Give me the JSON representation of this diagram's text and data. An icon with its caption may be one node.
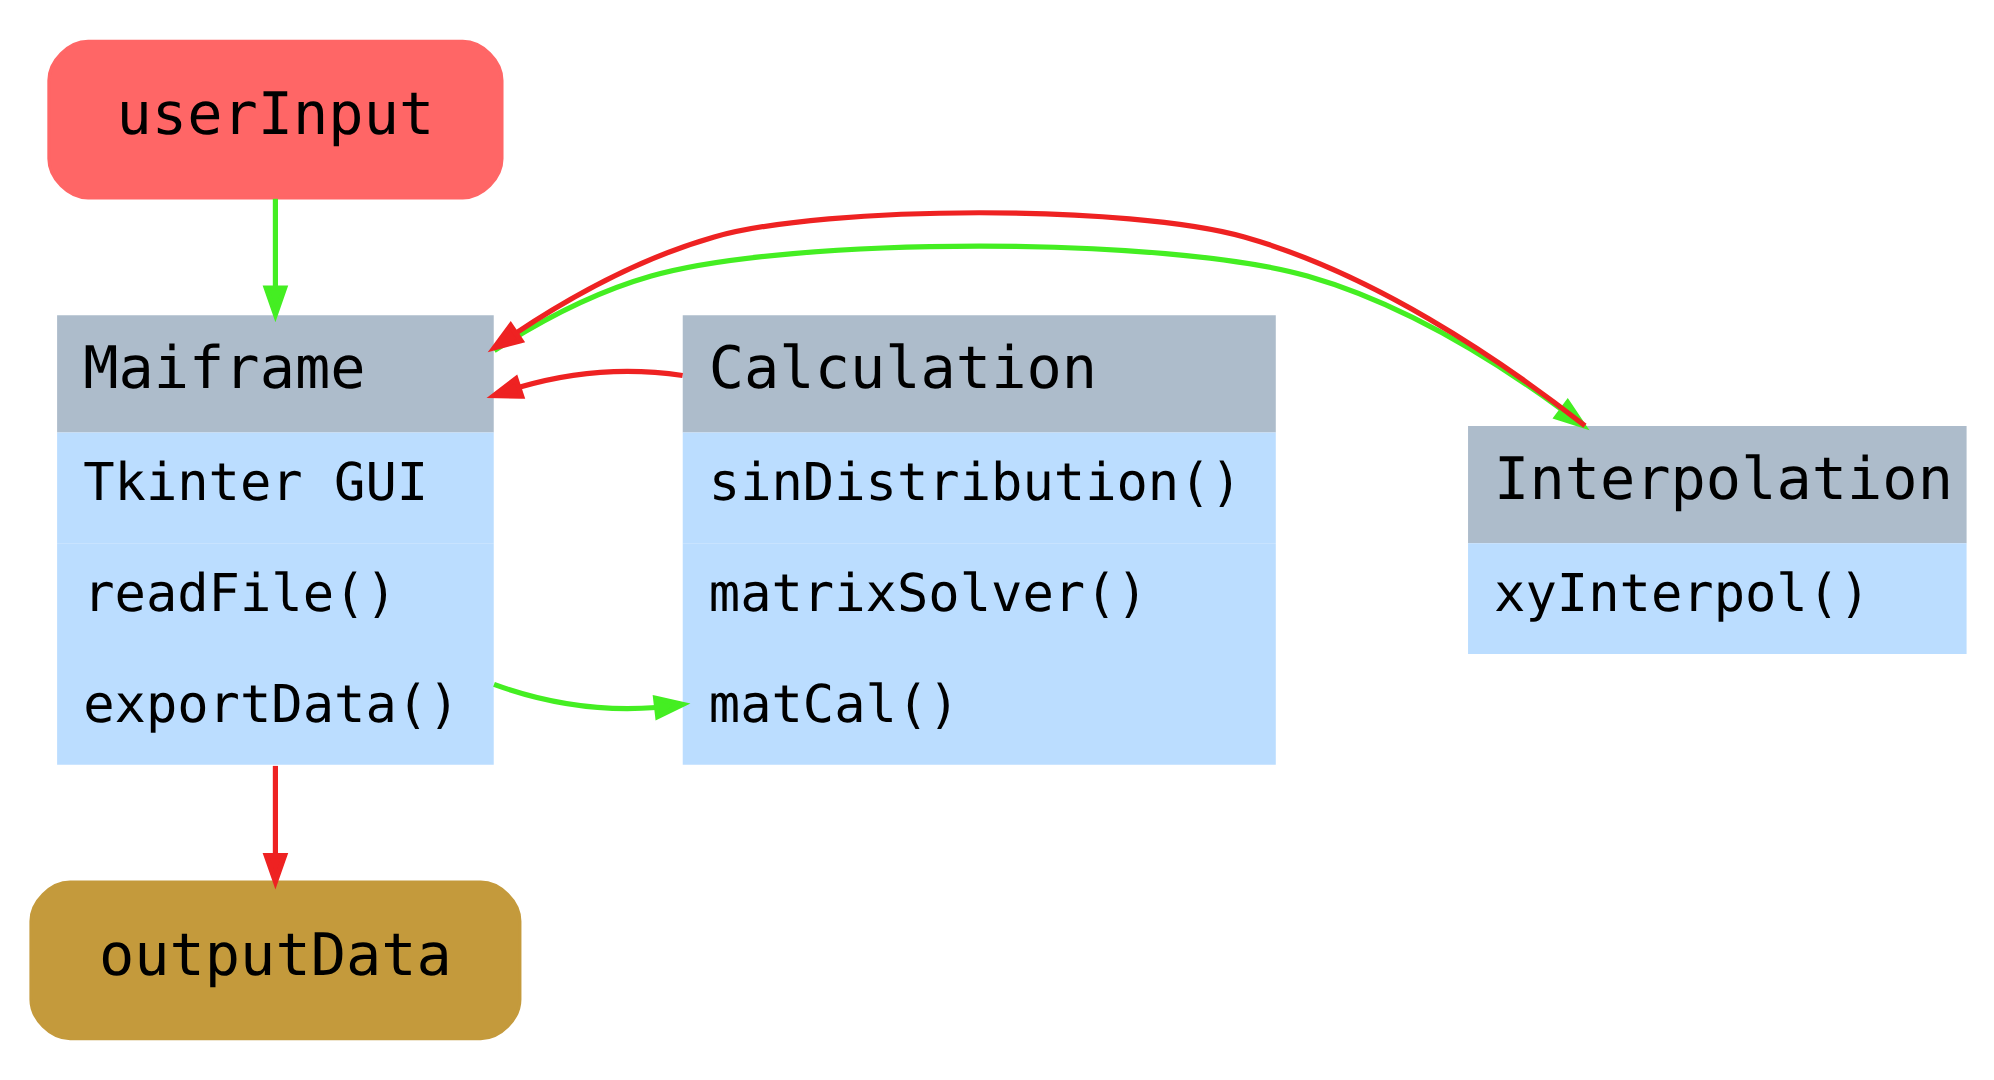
{
  "diagram": {
    "nodes": [
      {
        "text": [
          "userInput"
        ]
      },
      {
        "text": [
          "Maiframe",
          "Tkinter GUI",
          "readFile()",
          "exportData()"
        ]
      },
      {
        "text": [
          "Interpolation",
          "xyInterpol()"
        ]
      },
      {
        "text": [
          "Calculation",
          "sinDistribution()",
          "matrixSolver()",
          "matCal()"
        ]
      },
      {
        "text": [
          "outputData"
        ]
      }
    ],
    "edges": [
      {
        "from": 0,
        "to": 1,
        "arrow": "to",
        "color": "#44ee22"
      },
      {
        "from": 1,
        "to": 2,
        "arrow": "to",
        "color": "#44ee22"
      },
      {
        "from": 2,
        "to": 1,
        "arrow": "to",
        "color": "#ee2222"
      },
      {
        "from": 1,
        "to": 3,
        "arrow": "to",
        "color": "#44ee22"
      },
      {
        "from": 3,
        "to": 1,
        "arrow": "to",
        "color": "#ee2222"
      },
      {
        "from": 1,
        "to": 4,
        "arrow": "to",
        "color": "#ee2222"
      }
    ]
  }
}
